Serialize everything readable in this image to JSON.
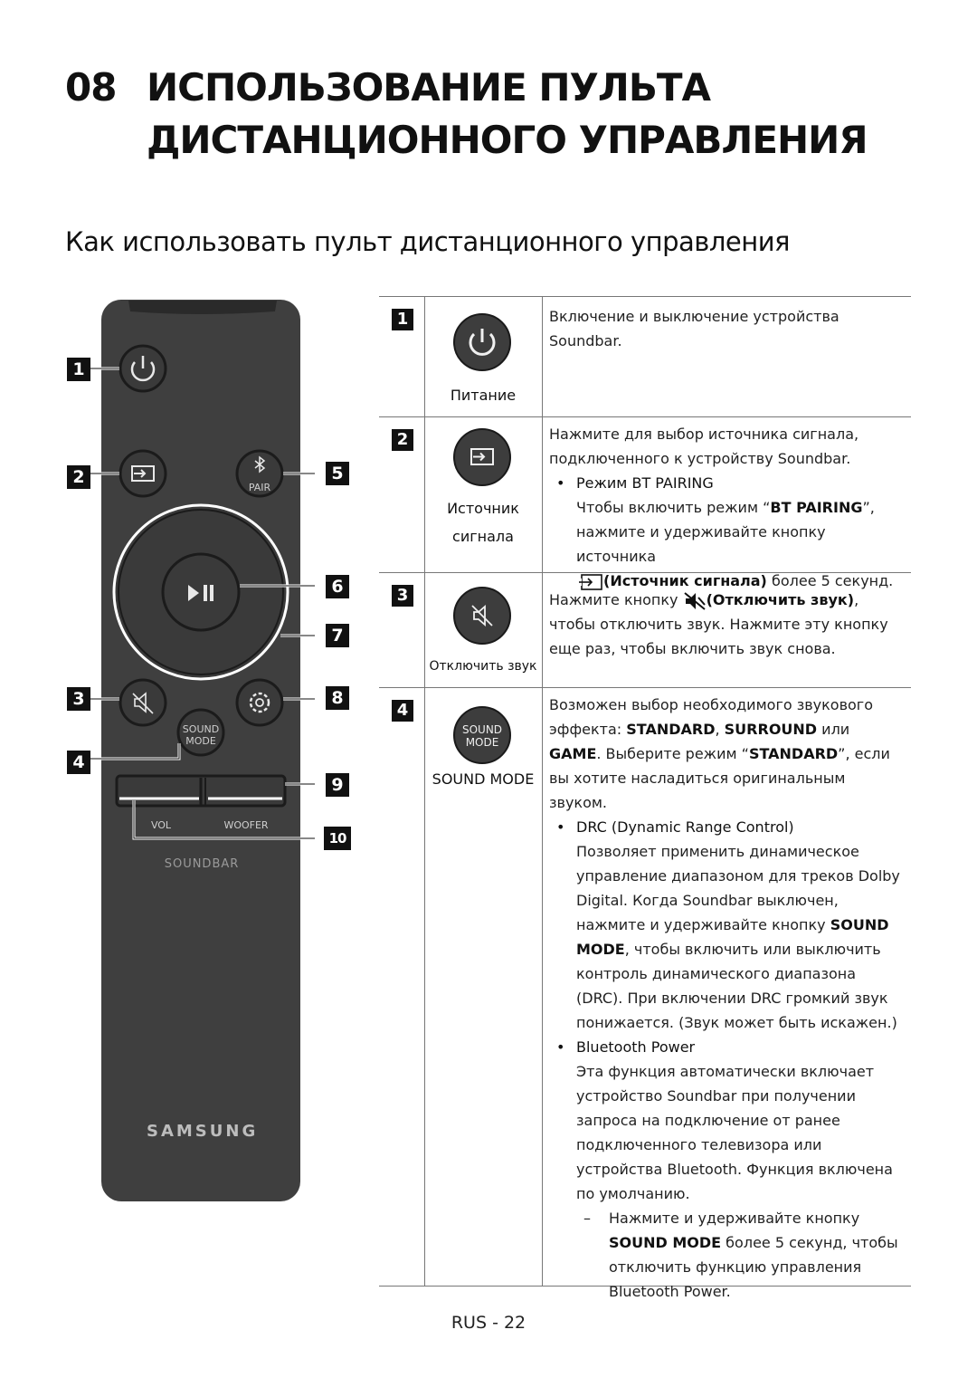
{
  "chapter": {
    "number": "08",
    "line1": "ИСПОЛЬЗОВАНИЕ ПУЛЬТА",
    "line2": "ДИСТАНЦИОННОГО УПРАВЛЕНИЯ"
  },
  "section_title": "Как использовать пульт дистанционного управления",
  "remote": {
    "callouts": [
      "1",
      "2",
      "3",
      "4",
      "5",
      "6",
      "7",
      "8",
      "9",
      "10"
    ],
    "pair_label": "PAIR",
    "sound_label": "SOUND",
    "mode_label": "MODE",
    "vol_label": "VOL",
    "woofer_label": "WOOFER",
    "soundbar_label": "SOUNDBAR",
    "brand": "SAMSUNG"
  },
  "table": {
    "row1": {
      "num": "1",
      "caption": "Питание",
      "text": "Включение и выключение устройства Soundbar."
    },
    "row2": {
      "num": "2",
      "caption1": "Источник",
      "caption2": "сигнала",
      "text": "Нажмите для выбор источника сигнала, подключенного к устройству Soundbar.",
      "bullet_title": "Режим BT PAIRING",
      "bullet_text_a": "Чтобы включить режим “",
      "bullet_text_b": "BT PAIRING",
      "bullet_text_c": "”, нажмите и удерживайте кнопку источника",
      "bullet_text_d": "(Источник сигнала)",
      "bullet_text_e": " более 5 секунд."
    },
    "row3": {
      "num": "3",
      "caption": "Отключить звук",
      "text_a": "Нажмите кнопку ",
      "text_b": "(Отключить звук)",
      "text_c": ", чтобы отключить звук. Нажмите эту кнопку еще раз, чтобы включить звук снова."
    },
    "row4": {
      "num": "4",
      "btn_line1": "SOUND",
      "btn_line2": "MODE",
      "caption": "SOUND MODE",
      "text_a": "Возможен выбор необходимого звукового эффекта: ",
      "standard": "STANDARD",
      "comma": ", ",
      "surround": "SURROUND",
      "or": " или ",
      "game": "GAME",
      "text_b": ". Выберите режим “",
      "text_c": "”, если вы хотите насладиться оригинальным звуком.",
      "drc_title": "DRC (Dynamic Range Control)",
      "drc_text_a": "Позволяет применить динамическое управление диапазоном для треков Dolby Digital. Когда Soundbar  выключен, нажмите и удерживайте кнопку ",
      "drc_text_b": "SOUND MODE",
      "drc_text_c": ", чтобы включить или выключить контроль динамического диапазона (DRC). При включении DRC громкий звук понижается. (Звук может быть искажен.)",
      "bt_title": "Bluetooth Power",
      "bt_text": "Эта функция автоматически включает устройство Soundbar при получении запроса на подключение от ранее подключенного телевизора или устройства Bluetooth. Функция включена по умолчанию.",
      "dash_a": "Нажмите и удерживайте кнопку ",
      "dash_b": "SOUND MODE",
      "dash_c": " более 5 секунд, чтобы отключить функцию управления Bluetooth Power."
    }
  },
  "footer": "RUS - 22"
}
